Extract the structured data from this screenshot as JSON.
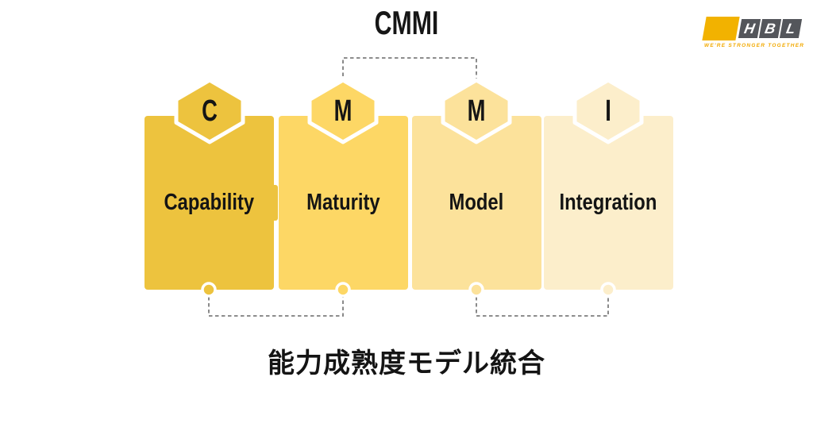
{
  "title": "CMMI",
  "subtitle": "能力成熟度モデル統合",
  "logo": {
    "letters": [
      "H",
      "B",
      "L"
    ],
    "tagline": "WE'RE STRONGER TOGETHER",
    "yellow": "#F2B200",
    "gray": "#54565B",
    "tagline_color": "#F2A900"
  },
  "cards": [
    {
      "letter": "C",
      "label": "Capability",
      "color": "#EDC33E"
    },
    {
      "letter": "M",
      "label": "Maturity",
      "color": "#FDD765"
    },
    {
      "letter": "M",
      "label": "Model",
      "color": "#FCE29B"
    },
    {
      "letter": "I",
      "label": "Integration",
      "color": "#FCEECB"
    }
  ],
  "connector_color": "#7D7D7D",
  "text_color": "#141414"
}
